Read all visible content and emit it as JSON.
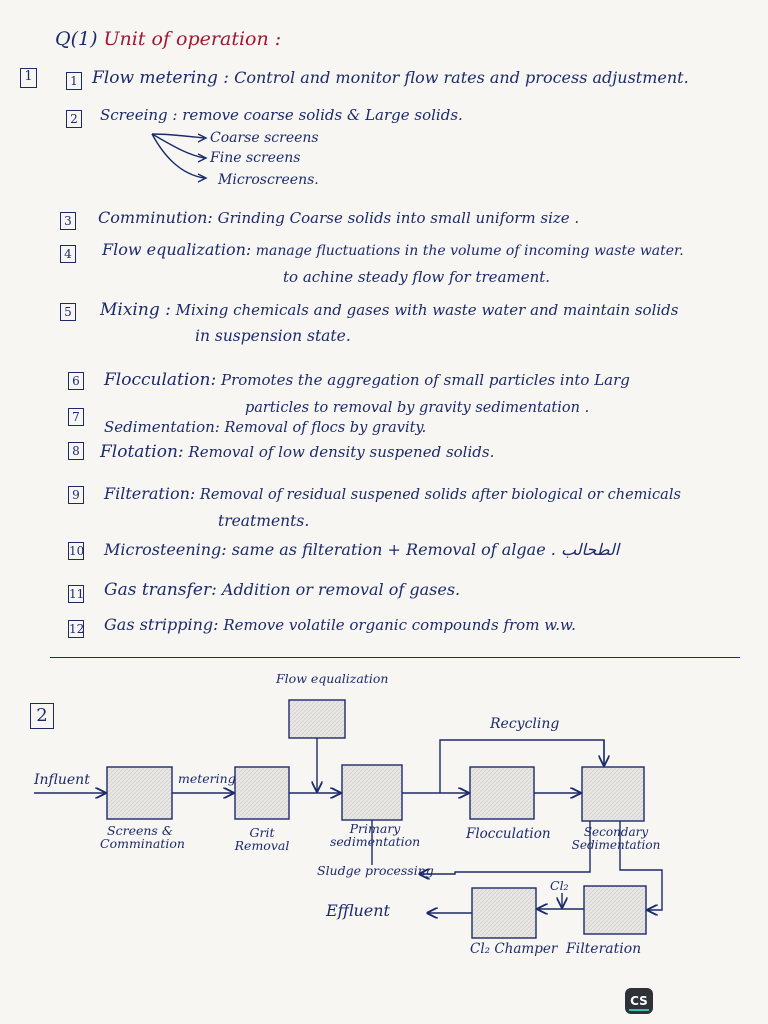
{
  "heading": {
    "q": "Q(1)",
    "title": "Unit of operation :"
  },
  "section1_label": "1",
  "items": [
    {
      "num": "1",
      "name": "Flow metering :",
      "desc": "Control and monitor flow rates and process adjustment."
    },
    {
      "num": "2",
      "name": "Screeing :",
      "desc": "remove coarse solids & Large solids."
    },
    {
      "num": "3",
      "name": "Comminution:",
      "desc": "Grinding Coarse solids into small uniform size ."
    },
    {
      "num": "4",
      "name": "Flow equalization:",
      "desc": "manage fluctuations in the volume of incoming waste water."
    },
    {
      "num": "5",
      "name": "Mixing :",
      "desc": "Mixing chemicals and gases with waste water and maintain solids"
    },
    {
      "num": "6",
      "name": "Flocculation:",
      "desc": "Promotes the aggregation of small particles into Larg"
    },
    {
      "num": "7",
      "name": "Sedimentation:",
      "desc": "Removal of flocs by gravity."
    },
    {
      "num": "8",
      "name": "Flotation:",
      "desc": "Removal of low density suspened solids."
    },
    {
      "num": "9",
      "name": "Filteration:",
      "desc": "Removal of residual suspened solids after biological or chemicals"
    },
    {
      "num": "10",
      "name": "Microsteening:",
      "desc": "same as filteration + Removal of algae . الطحالب"
    },
    {
      "num": "11",
      "name": "Gas transfer:",
      "desc": "Addition or removal of gases."
    },
    {
      "num": "12",
      "name": "Gas stripping:",
      "desc": "Remove volatile organic compounds from w.w."
    }
  ],
  "continuations": {
    "item4": "to achine steady flow for treament.",
    "item5": "in suspension state.",
    "item6": "particles to removal by gravity sedimentation .",
    "item9": "treatments."
  },
  "screens": [
    "Coarse screens",
    "Fine screens",
    "Microscreens."
  ],
  "section2_label": "2",
  "diagram": {
    "influent": "Influent",
    "metering": "metering",
    "flow_equalization": "Flow equalization",
    "recycling": "Recycling",
    "screens": "Screens & Commination",
    "grit": "Grit Removal",
    "primary": "Primary sedimentation",
    "flocculation": "Flocculation",
    "secondary": "Secondary Sedimentation",
    "sludge": "Sludge processing",
    "cl2": "Cl₂",
    "effluent": "Effluent",
    "cl2_chamber": "Cl₂ Champer",
    "filteration": "Filteration"
  },
  "logo": "CS"
}
